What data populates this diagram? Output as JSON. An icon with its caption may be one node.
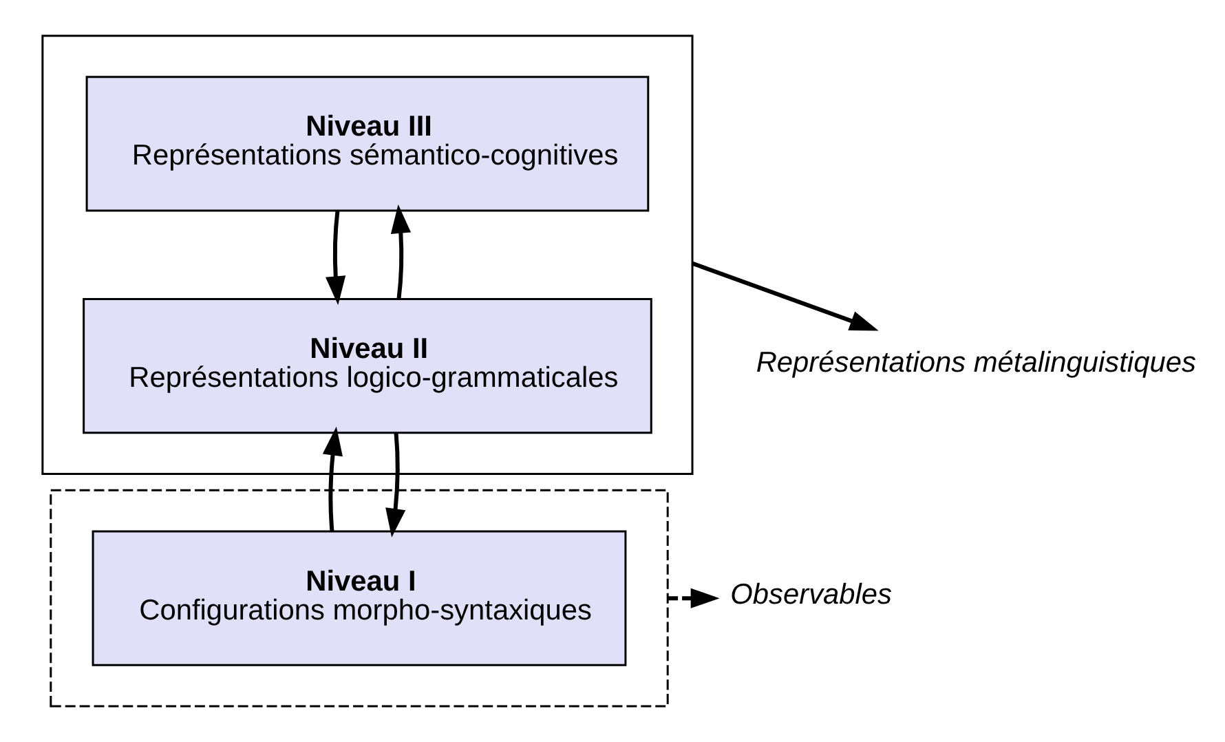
{
  "diagram": {
    "nodes": [
      {
        "text": [],
        "shape": "box"
      },
      {
        "text": [
          "Niveau III",
          "Représentations sémantico-cognitives"
        ],
        "in": 0
      },
      {
        "text": [
          "Niveau II",
          "Représentations logico-grammaticales"
        ],
        "in": 0
      },
      {
        "text": [],
        "shape": "box"
      },
      {
        "text": [
          "Niveau I",
          "Configurations morpho-syntaxiques"
        ],
        "in": 3
      },
      {
        "text": [
          "Représentations métalinguistiques"
        ]
      },
      {
        "text": [
          "Observables"
        ]
      }
    ],
    "edges": [
      {
        "from": 2,
        "to": 1,
        "arrow": "to"
      },
      {
        "from": 1,
        "to": 2,
        "arrow": "to"
      },
      {
        "from": 4,
        "to": 2,
        "arrow": "to"
      },
      {
        "from": 2,
        "to": 4,
        "arrow": "to"
      },
      {
        "from": 0,
        "to": 5,
        "arrow": "to"
      },
      {
        "from": 3,
        "to": 6,
        "arrow": "to",
        "style": "dashed"
      }
    ]
  }
}
